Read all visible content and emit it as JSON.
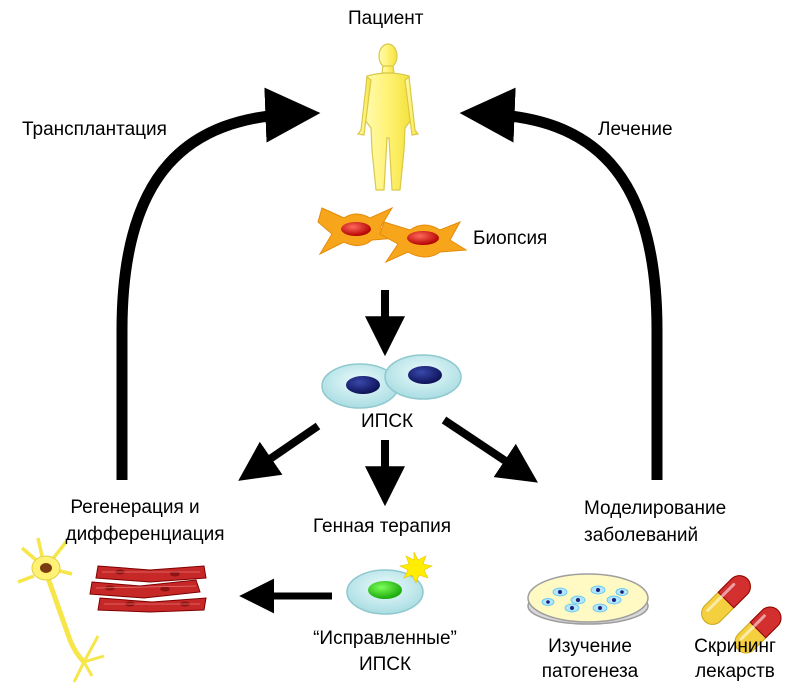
{
  "labels": {
    "patient": "Пациент",
    "transplantation": "Трансплантация",
    "treatment": "Лечение",
    "biopsy": "Биопсия",
    "ipsc": "ИПСК",
    "regeneration_1": "Регенерация и",
    "regeneration_2": "дифференциация",
    "gene_therapy": "Генная терапия",
    "modeling_1": "Моделирование",
    "modeling_2": "заболеваний",
    "corrected_1": "“Исправленные”",
    "corrected_2": "ИПСК",
    "pathogenesis_1": "Изучение",
    "pathogenesis_2": "патогенеза",
    "screening_1": "Скрининг",
    "screening_2": "лекарств"
  },
  "colors": {
    "arrow": "#000000",
    "patient_fill": "#fff78a",
    "fibroblast": "#f9a825",
    "nucleus_red": "#e02020",
    "ipsc_cytoplasm": "#c7ecee",
    "ipsc_nucleus": "#1a237e",
    "corrected_nucleus": "#2ecc1a",
    "spark": "#ffee00",
    "muscle": "#c62828",
    "neuron": "#fff176",
    "dish": "#fff9c4",
    "capsule_red": "#d32f2f",
    "capsule_yellow": "#f4d03f"
  }
}
